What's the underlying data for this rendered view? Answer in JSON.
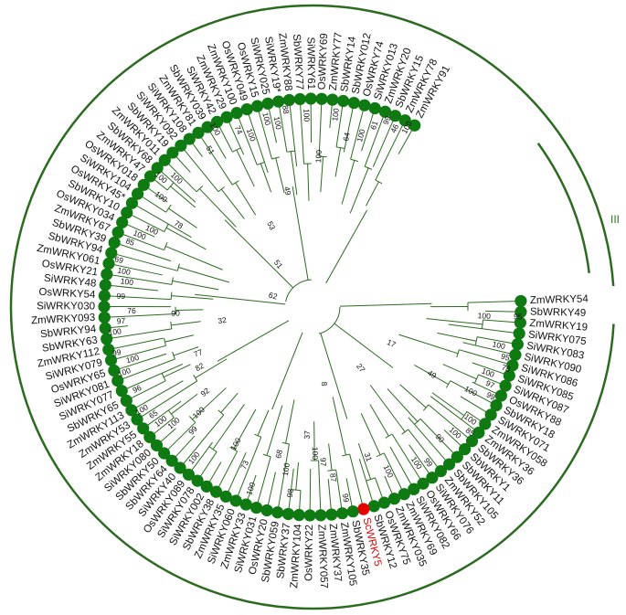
{
  "colors": {
    "branch": "#2b6b1f",
    "node": "#0f7a12",
    "highlight": "#e60000",
    "arc": "#2b6b1f",
    "clade_label": "#2a7a1a"
  },
  "clades": [
    {
      "label": "III"
    },
    {
      "label": ""
    }
  ],
  "leaves": [
    {
      "name": "ZmWRKY54"
    },
    {
      "name": "SbWRKY49"
    },
    {
      "name": "ZmWRKY19"
    },
    {
      "name": "SiWRKY075"
    },
    {
      "name": "SiWRKY083"
    },
    {
      "name": "SiWRKY090"
    },
    {
      "name": "SiWRKY086"
    },
    {
      "name": "SiWRKY085"
    },
    {
      "name": "SiWRKY087"
    },
    {
      "name": "OsWRKY88"
    },
    {
      "name": "SbWRKY18"
    },
    {
      "name": "SiWRKY071"
    },
    {
      "name": "ZmWRKY058"
    },
    {
      "name": "ZmWRKY36"
    },
    {
      "name": "SbWRKY36"
    },
    {
      "name": "SbWRKY1"
    },
    {
      "name": "SbWRKY11"
    },
    {
      "name": "SbWRKY105"
    },
    {
      "name": "ZmWRKY52"
    },
    {
      "name": "SiWRKY076"
    },
    {
      "name": "OsWRKY66"
    },
    {
      "name": "SiWRKY082"
    },
    {
      "name": "ZmWRKY69"
    },
    {
      "name": "ZmWRKY035"
    },
    {
      "name": "OsWRKY75"
    },
    {
      "name": "SbWRKY12"
    },
    {
      "name": "ScWRKY5",
      "highlight": true
    },
    {
      "name": "SbWRKY35"
    },
    {
      "name": "ZmWRKY105"
    },
    {
      "name": "ZmWRKY37"
    },
    {
      "name": "ZmWRKY057"
    },
    {
      "name": "OsWRKY22"
    },
    {
      "name": "ZmWRKY104"
    },
    {
      "name": "SbWRKY37"
    },
    {
      "name": "SbWRKY059"
    },
    {
      "name": "OsWRKY20"
    },
    {
      "name": "SiWRKY031"
    },
    {
      "name": "ZmWRKY33"
    },
    {
      "name": "SiWRKY060"
    },
    {
      "name": "ZmWRKY35"
    },
    {
      "name": "SbWRKY38"
    },
    {
      "name": "SiWRKY002"
    },
    {
      "name": "SiWRKY078"
    },
    {
      "name": "OsWRKY089"
    },
    {
      "name": "SiWRKY40"
    },
    {
      "name": "SbWRKY64"
    },
    {
      "name": "SbWRKY50"
    },
    {
      "name": "SiWRKY080"
    },
    {
      "name": "ZmWRKY18"
    },
    {
      "name": "ZmWRKY55"
    },
    {
      "name": "ZmWRKY53"
    },
    {
      "name": "ZmWRKY113"
    },
    {
      "name": "SbWRKY65"
    },
    {
      "name": "SiWRKY077"
    },
    {
      "name": "SiWRKY081"
    },
    {
      "name": "OsWRKY65"
    },
    {
      "name": "SiWRKY079"
    },
    {
      "name": "ZmWRKY112"
    },
    {
      "name": "SbWRKY63"
    },
    {
      "name": "SbWRKY94"
    },
    {
      "name": "ZmWRKY093"
    },
    {
      "name": "SiWRKY030"
    },
    {
      "name": "OsWRKY54"
    },
    {
      "name": "SiWRKY48"
    },
    {
      "name": "OsWRKY21"
    },
    {
      "name": "ZmWRKY061"
    },
    {
      "name": "SbWRKY94"
    },
    {
      "name": "SbWRKY39"
    },
    {
      "name": "ZmWRKY67"
    },
    {
      "name": "OsWRKY034"
    },
    {
      "name": "SbWRKY10"
    },
    {
      "name": "OsWRKY45*"
    },
    {
      "name": "SiWRKY104"
    },
    {
      "name": "OsWRKY018"
    },
    {
      "name": "ZmWRKY47"
    },
    {
      "name": "SbWRKY68"
    },
    {
      "name": "ZmWRKY011"
    },
    {
      "name": "SbWRKY19"
    },
    {
      "name": "SiWRKY092"
    },
    {
      "name": "SiWRKY108"
    },
    {
      "name": "ZmWRKY81"
    },
    {
      "name": "SbWRKY039"
    },
    {
      "name": "SiWRKY42"
    },
    {
      "name": "ZmWRKY29"
    },
    {
      "name": "ZmWRKY100"
    },
    {
      "name": "OsWRKY049"
    },
    {
      "name": "OsWRKY15"
    },
    {
      "name": "SiWRKY025"
    },
    {
      "name": "SiWRKY19*"
    },
    {
      "name": "ZmWRKY88"
    },
    {
      "name": "SbWRKY77"
    },
    {
      "name": "SiWRKY61"
    },
    {
      "name": "OsWRKY69"
    },
    {
      "name": "ZmWRKY77"
    },
    {
      "name": "SbWRKY14"
    },
    {
      "name": "SbWRKY012"
    },
    {
      "name": "OsWRKY74"
    },
    {
      "name": "SiWRKY013"
    },
    {
      "name": "ZmWRKY20"
    },
    {
      "name": "SbWRKY15"
    },
    {
      "name": "ZmWRKY78"
    },
    {
      "name": "ZmWRKY91"
    }
  ],
  "bootstrap": [
    {
      "leaf": 1.5,
      "r": 225,
      "v": "95"
    },
    {
      "leaf": 1.6,
      "r": 188,
      "v": "100"
    },
    {
      "leaf": 4.5,
      "r": 208,
      "v": "100"
    },
    {
      "leaf": 5.5,
      "r": 218,
      "v": "95"
    },
    {
      "leaf": 6.5,
      "r": 222,
      "v": "78"
    },
    {
      "leaf": 7.5,
      "r": 205,
      "v": "100"
    },
    {
      "leaf": 8.5,
      "r": 212,
      "v": "97"
    },
    {
      "leaf": 9.5,
      "r": 218,
      "v": "99"
    },
    {
      "leaf": 10.0,
      "r": 196,
      "v": "100"
    },
    {
      "leaf": 12.5,
      "r": 212,
      "v": "100"
    },
    {
      "leaf": 13.5,
      "r": 220,
      "v": "85"
    },
    {
      "leaf": 14.5,
      "r": 208,
      "v": "100"
    },
    {
      "leaf": 16.0,
      "r": 200,
      "v": "90"
    },
    {
      "leaf": 18.5,
      "r": 212,
      "v": "99"
    },
    {
      "leaf": 19.5,
      "r": 205,
      "v": "100"
    },
    {
      "leaf": 22.5,
      "r": 198,
      "v": "100"
    },
    {
      "leaf": 24.0,
      "r": 175,
      "v": "31"
    },
    {
      "leaf": 27.5,
      "r": 212,
      "v": "99"
    },
    {
      "leaf": 28.5,
      "r": 188,
      "v": "87"
    },
    {
      "leaf": 29.5,
      "r": 170,
      "v": "97"
    },
    {
      "leaf": 30.5,
      "r": 160,
      "v": "100"
    },
    {
      "leaf": 31.5,
      "r": 140,
      "v": "37"
    },
    {
      "leaf": 33.0,
      "r": 205,
      "v": "98"
    },
    {
      "leaf": 33.8,
      "r": 180,
      "v": "100"
    },
    {
      "leaf": 35.0,
      "r": 165,
      "v": "68"
    },
    {
      "leaf": 37.0,
      "r": 210,
      "v": "100"
    },
    {
      "leaf": 38.5,
      "r": 188,
      "v": "73"
    },
    {
      "leaf": 40.5,
      "r": 172,
      "v": "100"
    },
    {
      "leaf": 43.5,
      "r": 210,
      "v": "100"
    },
    {
      "leaf": 45.5,
      "r": 188,
      "v": "99"
    },
    {
      "leaf": 46.5,
      "r": 170,
      "v": "100"
    },
    {
      "leaf": 47.5,
      "r": 198,
      "v": "100"
    },
    {
      "leaf": 48.5,
      "r": 208,
      "v": "100"
    },
    {
      "leaf": 48.0,
      "r": 150,
      "v": "92"
    },
    {
      "leaf": 49.5,
      "r": 210,
      "v": "65"
    },
    {
      "leaf": 50.5,
      "r": 218,
      "v": "100"
    },
    {
      "leaf": 51.5,
      "r": 140,
      "v": "82"
    },
    {
      "leaf": 52.5,
      "r": 212,
      "v": "96"
    },
    {
      "leaf": 54.5,
      "r": 218,
      "v": "100"
    },
    {
      "leaf": 55.5,
      "r": 205,
      "v": "100"
    },
    {
      "leaf": 56.5,
      "r": 220,
      "v": "99"
    },
    {
      "leaf": 53.5,
      "r": 135,
      "v": "77"
    },
    {
      "leaf": 58.5,
      "r": 218,
      "v": "100"
    },
    {
      "leaf": 59.5,
      "r": 210,
      "v": "97"
    },
    {
      "leaf": 60.5,
      "r": 198,
      "v": "76"
    },
    {
      "leaf": 62.0,
      "r": 210,
      "v": "99"
    },
    {
      "leaf": 63.5,
      "r": 205,
      "v": "100"
    },
    {
      "leaf": 64.5,
      "r": 210,
      "v": "100"
    },
    {
      "leaf": 65.5,
      "r": 218,
      "v": "69"
    },
    {
      "leaf": 60.0,
      "r": 150,
      "v": "90"
    },
    {
      "leaf": 58.0,
      "r": 100,
      "v": "32"
    },
    {
      "leaf": 67.5,
      "r": 212,
      "v": "85"
    },
    {
      "leaf": 68.5,
      "r": 205,
      "v": "100"
    },
    {
      "leaf": 69.5,
      "r": 195,
      "v": "100"
    },
    {
      "leaf": 71.5,
      "r": 172,
      "v": "78"
    },
    {
      "leaf": 73.0,
      "r": 205,
      "v": "100"
    },
    {
      "leaf": 74.5,
      "r": 218,
      "v": "100"
    },
    {
      "leaf": 75.5,
      "r": 205,
      "v": "100"
    },
    {
      "leaf": 80.0,
      "r": 205,
      "v": "51"
    },
    {
      "leaf": 81.5,
      "r": 222,
      "v": "100"
    },
    {
      "leaf": 83.5,
      "r": 210,
      "v": "74"
    },
    {
      "leaf": 84.5,
      "r": 200,
      "v": "100"
    },
    {
      "leaf": 86.5,
      "r": 212,
      "v": "100"
    },
    {
      "leaf": 87.5,
      "r": 205,
      "v": "100"
    },
    {
      "leaf": 88.5,
      "r": 218,
      "v": "88"
    },
    {
      "leaf": 90.5,
      "r": 210,
      "v": "100"
    },
    {
      "leaf": 93.5,
      "r": 212,
      "v": "100"
    },
    {
      "leaf": 95.0,
      "r": 190,
      "v": "64"
    },
    {
      "leaf": 96.5,
      "r": 195,
      "v": "100"
    },
    {
      "leaf": 97.5,
      "r": 210,
      "v": "61"
    },
    {
      "leaf": 98.5,
      "r": 220,
      "v": "99"
    },
    {
      "leaf": 99.5,
      "r": 215,
      "v": "46"
    },
    {
      "leaf": 100.5,
      "r": 222,
      "v": "100"
    },
    {
      "leaf": 92.0,
      "r": 165,
      "v": "100"
    },
    {
      "leaf": 87.0,
      "r": 130,
      "v": "49"
    },
    {
      "leaf": 82.0,
      "r": 100,
      "v": "53"
    },
    {
      "leaf": 78.0,
      "r": 60,
      "v": "51"
    },
    {
      "leaf": 66.0,
      "r": 45,
      "v": "62"
    },
    {
      "leaf": 9.0,
      "r": 95,
      "v": "17"
    },
    {
      "leaf": 10.5,
      "r": 150,
      "v": "49"
    },
    {
      "leaf": 18.0,
      "r": 85,
      "v": "27"
    },
    {
      "leaf": 28.0,
      "r": 85,
      "v": "8"
    }
  ]
}
